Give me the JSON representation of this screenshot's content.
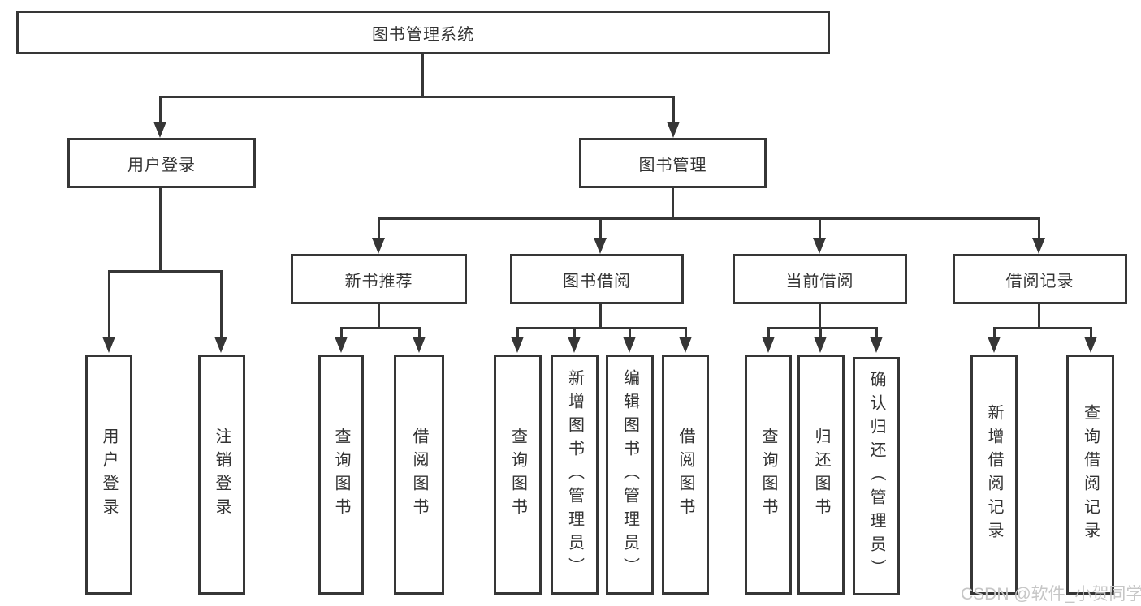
{
  "tree": {
    "label": "图书管理系统",
    "children": [
      {
        "label": "用户登录",
        "children": [
          {
            "label": "用户登录"
          },
          {
            "label": "注销登录"
          }
        ]
      },
      {
        "label": "图书管理",
        "children": [
          {
            "label": "新书推荐",
            "children": [
              {
                "label": "查询图书"
              },
              {
                "label": "借阅图书"
              }
            ]
          },
          {
            "label": "图书借阅",
            "children": [
              {
                "label": "查询图书"
              },
              {
                "label": "新增图书（管理员）"
              },
              {
                "label": "编辑图书（管理员）"
              },
              {
                "label": "借阅图书"
              }
            ]
          },
          {
            "label": "当前借阅",
            "children": [
              {
                "label": "查询图书"
              },
              {
                "label": "归还图书"
              },
              {
                "label": "确认归还（管理员）"
              }
            ]
          },
          {
            "label": "借阅记录",
            "children": [
              {
                "label": "新增借阅记录"
              },
              {
                "label": "查询借阅记录"
              }
            ]
          }
        ]
      }
    ]
  },
  "watermark": {
    "text": "CSDN @软件_小贺同学",
    "color": "#c6c6c6"
  },
  "colors": {
    "line": "#363636",
    "text": "#333333",
    "background": "#ffffff"
  }
}
